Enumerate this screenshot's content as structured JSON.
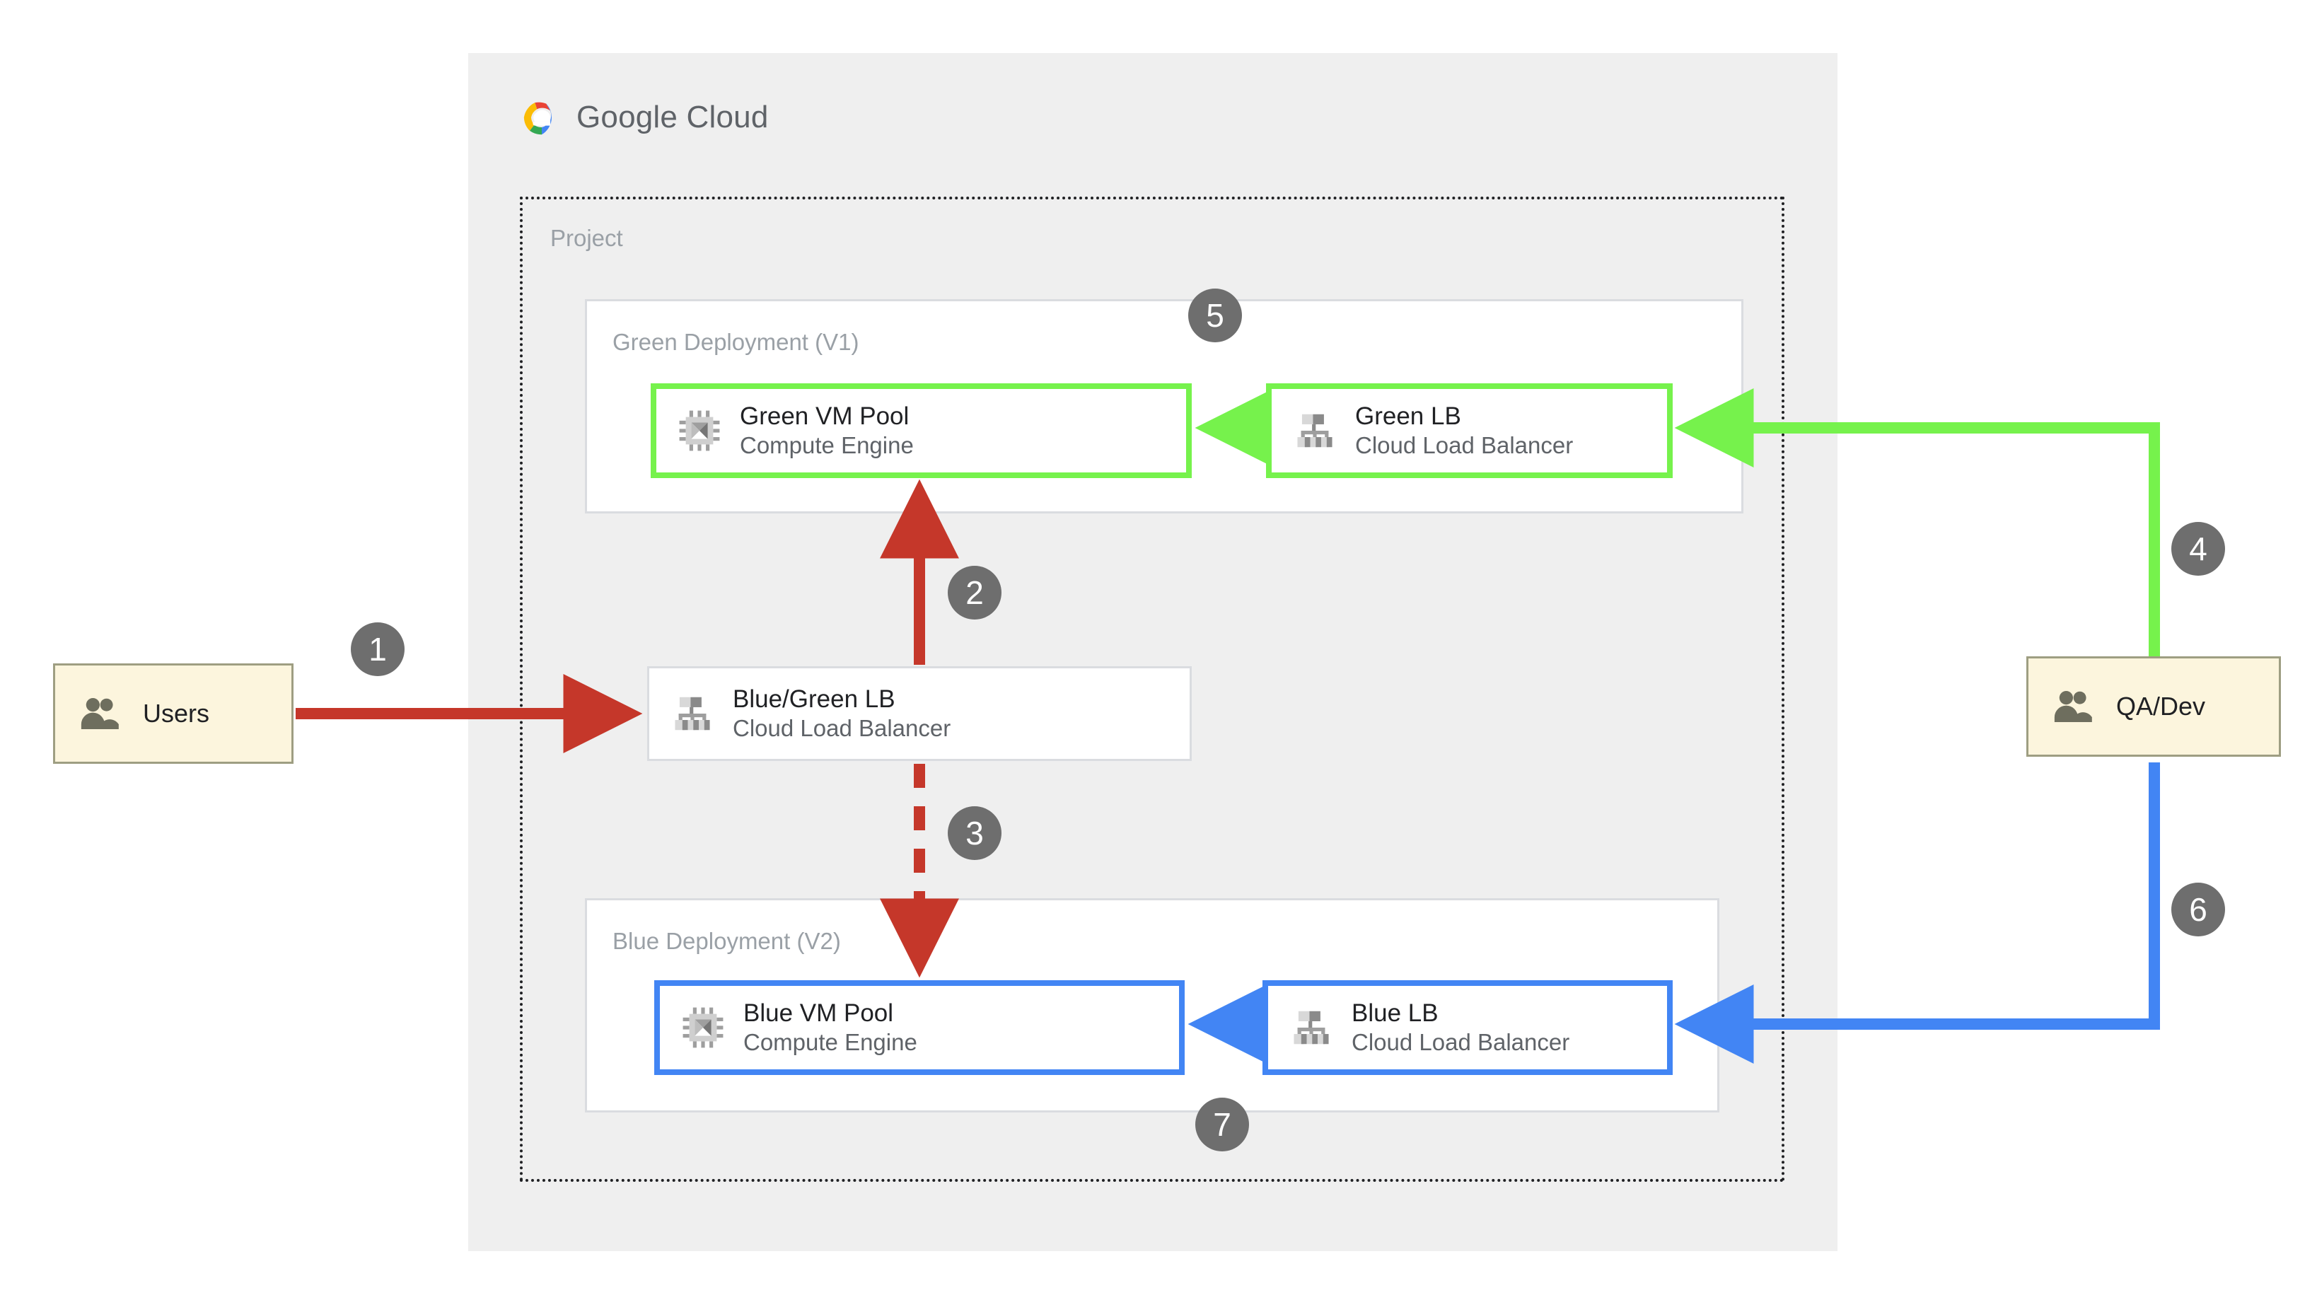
{
  "cloud": {
    "title_prefix": "Google",
    "title_suffix": "Cloud",
    "logo_icon": "google-cloud-logo-icon"
  },
  "project": {
    "label": "Project"
  },
  "deployments": [
    {
      "id": "green",
      "label": "Green Deployment (V1)"
    },
    {
      "id": "blue",
      "label": "Blue Deployment (V2)"
    }
  ],
  "nodes": [
    {
      "id": "green-vm",
      "title": "Green VM Pool",
      "subtitle": "Compute Engine",
      "icon": "compute-engine-icon",
      "accent": "#76f24c"
    },
    {
      "id": "green-lb",
      "title": "Green LB",
      "subtitle": "Cloud Load Balancer",
      "icon": "cloud-load-balancer-icon",
      "accent": "#76f24c"
    },
    {
      "id": "bg-lb",
      "title": "Blue/Green LB",
      "subtitle": "Cloud Load Balancer",
      "icon": "cloud-load-balancer-icon",
      "accent": "#dadce0"
    },
    {
      "id": "blue-vm",
      "title": "Blue VM Pool",
      "subtitle": "Compute Engine",
      "icon": "compute-engine-icon",
      "accent": "#4285f4"
    },
    {
      "id": "blue-lb",
      "title": "Blue LB",
      "subtitle": "Cloud Load Balancer",
      "icon": "cloud-load-balancer-icon",
      "accent": "#4285f4"
    }
  ],
  "actors": [
    {
      "id": "users",
      "title": "Users",
      "icon": "users-group-icon"
    },
    {
      "id": "qa-dev",
      "title": "QA/Dev",
      "icon": "users-group-icon"
    }
  ],
  "steps": [
    {
      "n": "1",
      "from": "users",
      "to": "bg-lb",
      "color": "#c5372a",
      "style": "solid"
    },
    {
      "n": "2",
      "from": "bg-lb",
      "to": "green-vm",
      "color": "#c5372a",
      "style": "solid"
    },
    {
      "n": "3",
      "from": "bg-lb",
      "to": "blue-vm",
      "color": "#c5372a",
      "style": "dashed"
    },
    {
      "n": "4",
      "from": "qa-dev",
      "to": "green-lb",
      "color": "#76f24c",
      "style": "solid"
    },
    {
      "n": "5",
      "from": "green-lb",
      "to": "green-vm",
      "color": "#76f24c",
      "style": "solid"
    },
    {
      "n": "6",
      "from": "qa-dev",
      "to": "blue-lb",
      "color": "#4285f4",
      "style": "solid"
    },
    {
      "n": "7",
      "from": "blue-lb",
      "to": "blue-vm",
      "color": "#4285f4",
      "style": "solid"
    }
  ],
  "colors": {
    "red": "#c5372a",
    "green": "#76f24c",
    "blue": "#4285f4",
    "badge_gray": "#6e6e6e",
    "panel_gray": "#efefef",
    "card_border": "#dadce0",
    "actor_fill": "#fcf5dd",
    "actor_border": "#9e9e82",
    "label_gray": "#9aa0a6"
  }
}
